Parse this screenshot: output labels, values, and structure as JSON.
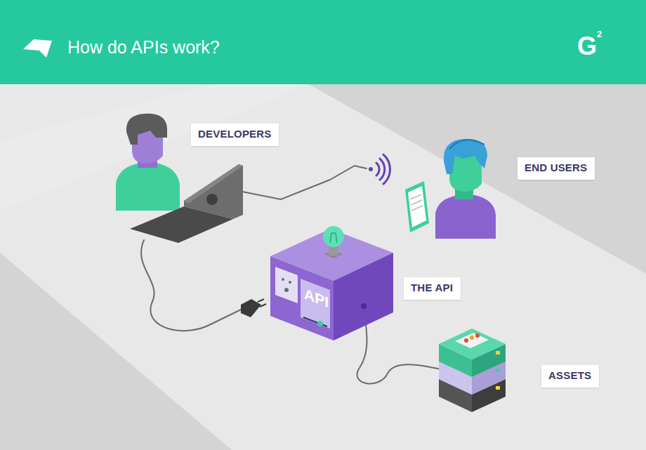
{
  "diagram": {
    "title": "How do APIs work?",
    "nodes": [
      {
        "text": [
          "DEVELOPERS"
        ]
      },
      {
        "text": [
          "END USERS"
        ]
      },
      {
        "text": [
          "THE API"
        ]
      },
      {
        "text": [
          "ASSETS"
        ]
      }
    ],
    "labels": [
      "API",
      "G",
      "2"
    ]
  }
}
